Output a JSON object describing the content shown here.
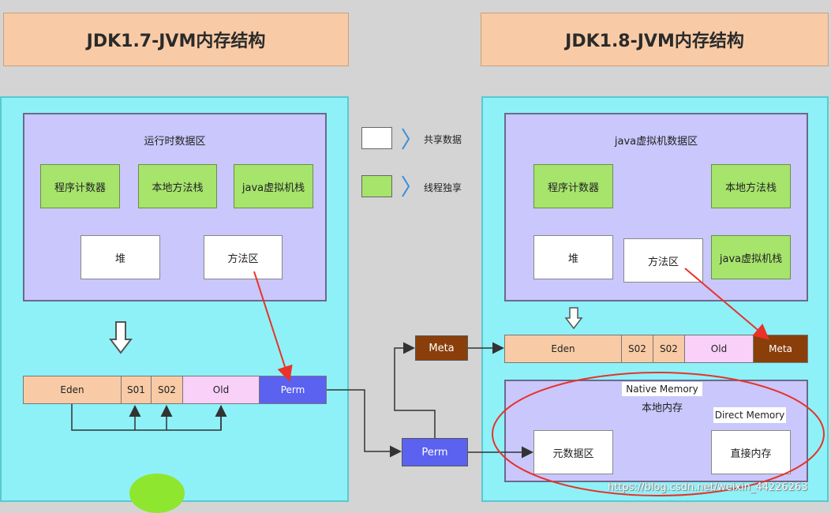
{
  "left": {
    "title": "JDK1.7-JVM内存结构",
    "runtime_area": "运行时数据区",
    "pc_register": "程序计数器",
    "native_stack": "本地方法栈",
    "java_stack": "java虚拟机栈",
    "heap": "堆",
    "method_area": "方法区",
    "bar": {
      "eden": "Eden",
      "s01": "S01",
      "s02": "S02",
      "old": "Old",
      "perm": "Perm"
    }
  },
  "right": {
    "title": "JDK1.8-JVM内存结构",
    "jvm_area": "java虚拟机数据区",
    "pc_register": "程序计数器",
    "native_stack": "本地方法栈",
    "heap": "堆",
    "method_area": "方法区",
    "java_stack": "java虚拟机栈",
    "bar": {
      "eden": "Eden",
      "s02a": "S02",
      "s02b": "S02",
      "old": "Old",
      "meta": "Meta"
    },
    "native_memory_en": "Native Memory",
    "native_memory_cn": "本地内存",
    "direct_memory_en": "Direct Memory",
    "metadata_area": "元数据区",
    "direct_memory_cn": "直接内存"
  },
  "legend": {
    "shared": "共享数据",
    "private": "线程独享"
  },
  "middle": {
    "meta": "Meta",
    "perm": "Perm"
  },
  "watermark": "https://blog.csdn.net/weixin_44226263",
  "colors": {
    "green": "#a6e46c",
    "perm": "#5b62f0",
    "meta": "#8a3f0a",
    "old": "#f8d0f8",
    "eden": "#f8cba6",
    "arrow": "#e8322a"
  }
}
